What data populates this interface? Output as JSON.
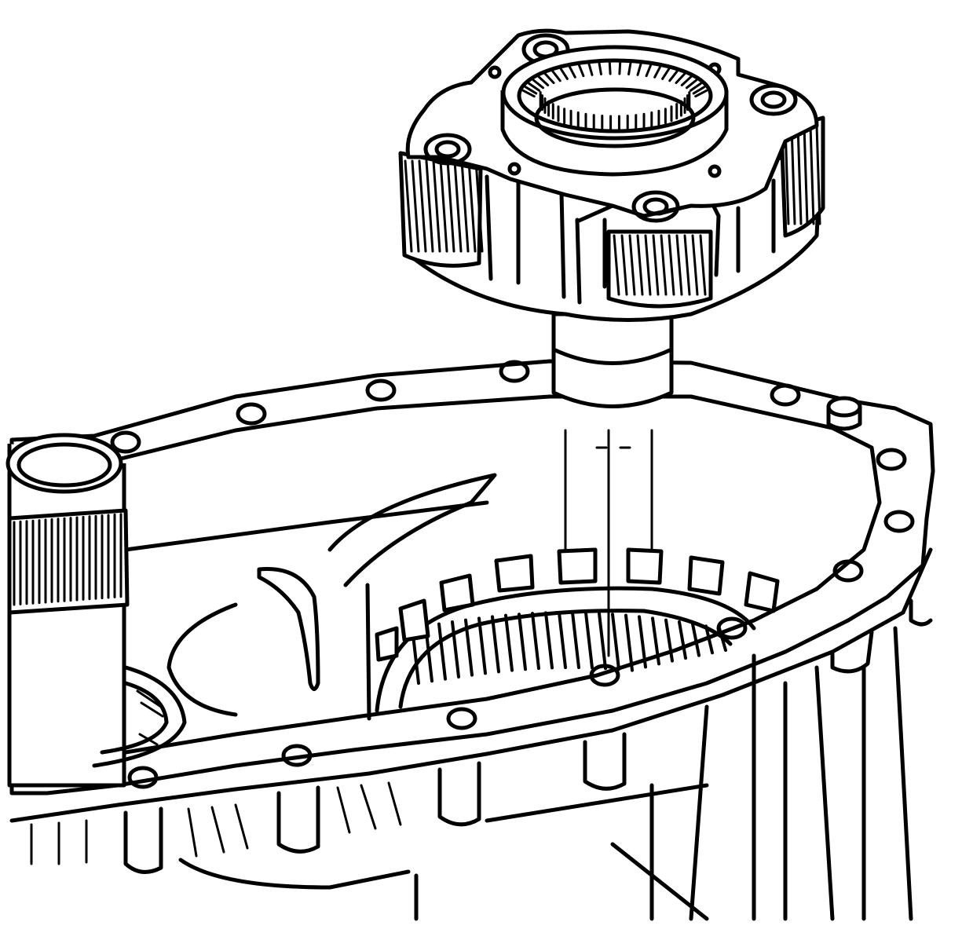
{
  "figure": {
    "ink_color": "#000000",
    "background_color": "#ffffff",
    "parts": {
      "planetary_carrier": "planetary-carrier-assembly",
      "output_shaft": "carrier-output-shaft",
      "case_half": "transfer-case-half",
      "ring_gear": "internal-ring-gear",
      "input_shaft": "splined-input-shaft",
      "bearing": "input-bearing"
    }
  }
}
